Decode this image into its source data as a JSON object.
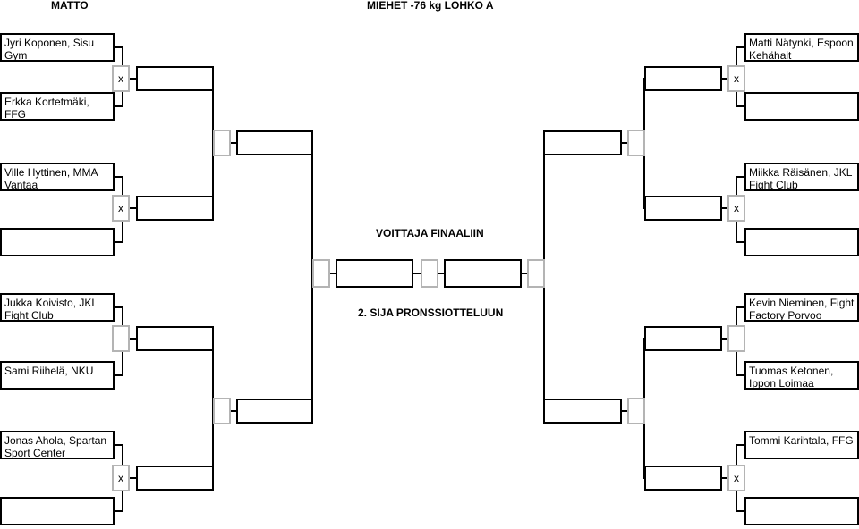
{
  "header": {
    "mat_label": "MATTO",
    "division_title": "MIEHET -76 kg LOHKO A"
  },
  "left": {
    "competitors": [
      "Jyri Koponen, Sisu Gym",
      "Erkka Kortetmäki, FFG",
      "Ville Hyttinen, MMA Vantaa",
      "",
      "Jukka  Koivisto, JKL Fight Club",
      "Sami Riihelä, NKU",
      "Jonas Ahola, Spartan Sport Center",
      ""
    ],
    "r1_marks": [
      "x",
      "x",
      "",
      "x"
    ],
    "r2_marks": [
      "",
      ""
    ],
    "semi_mark": ""
  },
  "right": {
    "competitors": [
      "Matti Nätynki, Espoon Kehähait",
      "",
      "Miikka Räisänen, JKL Fight Club",
      "",
      "Kevin Nieminen, Fight Factory Porvoo",
      "Tuomas Ketonen, Ippon Loimaa",
      "Tommi Karihtala, FFG",
      ""
    ],
    "r1_marks": [
      "x",
      "x",
      "",
      "x"
    ],
    "r2_marks": [
      "",
      ""
    ],
    "semi_mark": ""
  },
  "center": {
    "winner_label": "VOITTAJA FINAALIIN",
    "bronze_label": "2. SIJA PRONSSIOTTELUUN",
    "final_mark": ""
  }
}
